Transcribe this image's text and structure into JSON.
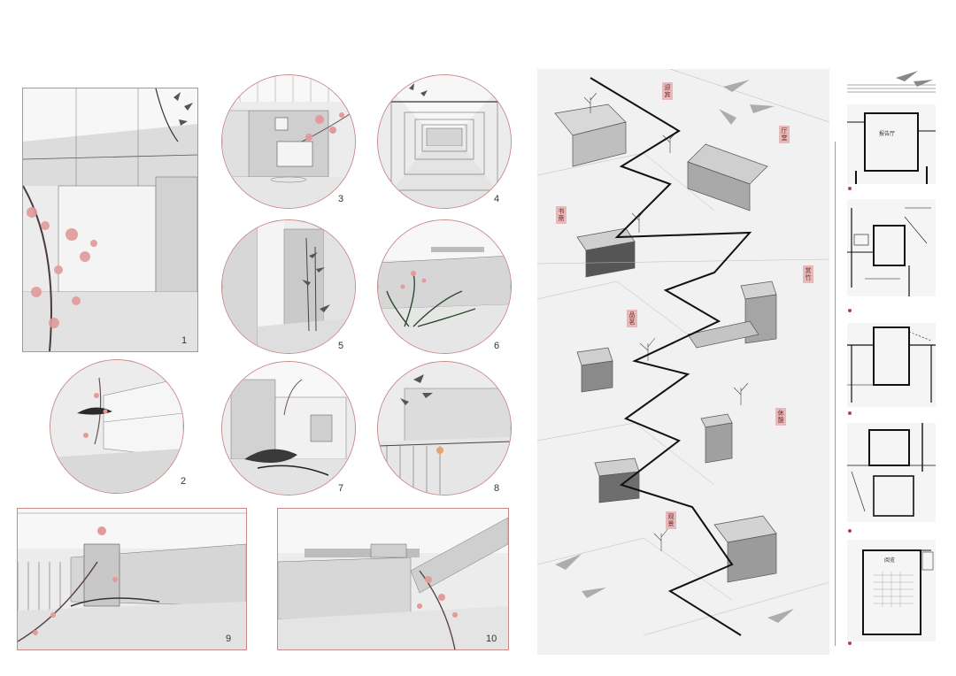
{
  "view_labels": [
    "1",
    "2",
    "3",
    "4",
    "5",
    "6",
    "7",
    "8",
    "9",
    "10"
  ],
  "route_tags": [
    "迎宾",
    "厅堂",
    "书斋",
    "赏竹",
    "品茗",
    "休憩",
    "观景"
  ],
  "plan_labels": [
    "报告厅",
    "阅览"
  ],
  "colors": {
    "accent": "#c98a8a",
    "blossom": "#e29a9a",
    "tag_bg": "#e7b9b9",
    "ink": "#222222",
    "paper": "#ececec"
  }
}
